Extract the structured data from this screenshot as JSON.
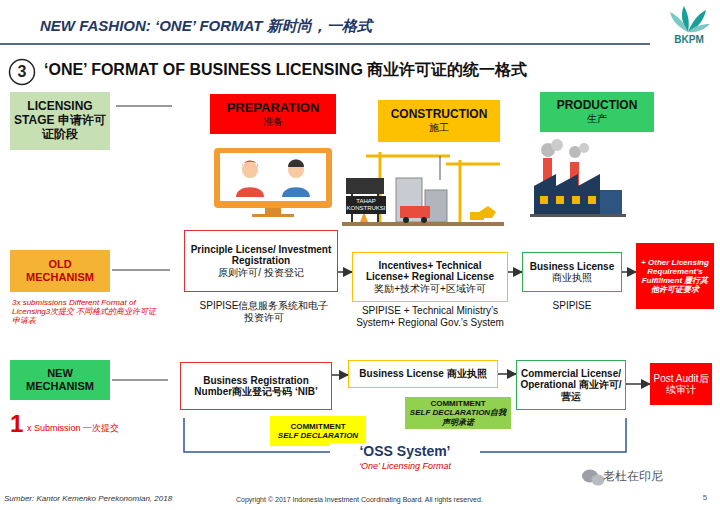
{
  "diagram": {
    "title": "‘ONE’ FORMAT OF BUSINESS LICENSING 商业许可证的统一格式",
    "nodes": [
      {
        "text": [
          "3"
        ]
      },
      {
        "text": [
          "LICENSING STAGE 申请许可证阶段"
        ]
      },
      {
        "text": [
          "PREPARATION",
          "准备"
        ]
      },
      {
        "text": [
          "CONSTRUCTION",
          "施工"
        ]
      },
      {
        "text": [
          "PRODUCTION",
          "生产"
        ]
      },
      {
        "text": [
          "OLD MECHANISM"
        ]
      },
      {
        "text": [
          "Principle License/ Investment Registration",
          "原则许可/ 投资登记"
        ]
      },
      {
        "text": [
          "Incentives+ Technical License+ Regional License",
          "奖励+技术许可+区域许可"
        ]
      },
      {
        "text": [
          "Business License",
          "商业执照"
        ]
      },
      {
        "text": [
          "+ Other Licensing Requirement’s Fulfillment 履行其他许可证要求"
        ]
      },
      {
        "text": [
          "NEW MECHANISM"
        ]
      },
      {
        "text": [
          "Business Registration Number商业登记号码 ‘NIB’"
        ]
      },
      {
        "text": [
          "Business License 商业执照"
        ]
      },
      {
        "text": [
          "Commercial License/ Operational 商业许可/营运"
        ]
      },
      {
        "text": [
          "Post Audit后续审计"
        ]
      },
      {
        "text": [
          "COMMITMENT",
          "SELF DECLARATION"
        ]
      },
      {
        "text": [
          "COMMITMENT",
          "SELF DECLARATION自我声明承诺"
        ]
      }
    ],
    "edges": [
      {
        "from": 6,
        "to": 7,
        "arrow": "to"
      },
      {
        "from": 7,
        "to": 8,
        "arrow": "to"
      },
      {
        "from": 8,
        "to": 9,
        "arrow": "to"
      },
      {
        "from": 11,
        "to": 12,
        "arrow": "to"
      },
      {
        "from": 12,
        "to": 13,
        "arrow": "to"
      },
      {
        "from": 13,
        "to": 14,
        "arrow": "to"
      }
    ],
    "labels": [
      "NEW FASHION: ‘ONE’ FORMAT 新时尚，一格式",
      "BKPM",
      "TAHAP KONSTRUKSI",
      "3x submissions Different Format of Licensing3次提交 不同格式的商业许可证申请表",
      "SPIPISE信息服务系统和电子投资许可",
      "SPIPISE + Technical Ministry’s System+ Regional Gov.’s System",
      "SPIPISE",
      "1",
      "x Submission 一次提交",
      "‘OSS System’",
      "‘One’ Licensing Format",
      "老杜在印尼",
      "Sumber: Kantor Kemenko Perekonomian, 2018",
      "Copyright © 2017 Indonesia Investment Coordinating Board. All rights reserved.",
      "5"
    ]
  }
}
